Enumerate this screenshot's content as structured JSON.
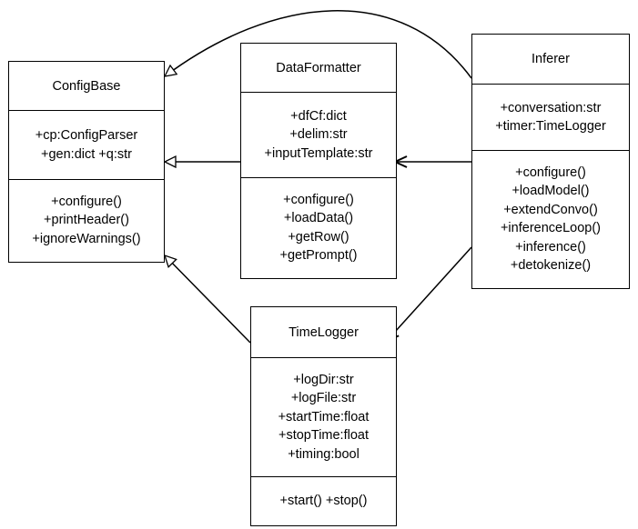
{
  "classes": {
    "config_base": {
      "name": "ConfigBase",
      "attributes": [
        "+cp:ConfigParser",
        "+gen:dict +q:str"
      ],
      "methods": [
        "+configure()",
        "+printHeader()",
        "+ignoreWarnings()"
      ]
    },
    "data_formatter": {
      "name": "DataFormatter",
      "attributes": [
        "+dfCf:dict",
        "+delim:str",
        "+inputTemplate:str"
      ],
      "methods": [
        "+configure()",
        "+loadData()",
        "+getRow()",
        "+getPrompt()"
      ]
    },
    "inferer": {
      "name": "Inferer",
      "attributes": [
        "+conversation:str",
        "+timer:TimeLogger"
      ],
      "methods": [
        "+configure()",
        "+loadModel()",
        "+extendConvo()",
        "+inferenceLoop()",
        "+inference()",
        "+detokenize()"
      ]
    },
    "time_logger": {
      "name": "TimeLogger",
      "attributes": [
        "+logDir:str",
        "+logFile:str",
        "+startTime:float",
        "+stopTime:float",
        "+timing:bool"
      ],
      "methods": [
        "+start() +stop()"
      ]
    }
  },
  "relationships": [
    {
      "from": "Inferer",
      "to": "ConfigBase",
      "kind": "inheritance"
    },
    {
      "from": "DataFormatter",
      "to": "ConfigBase",
      "kind": "inheritance"
    },
    {
      "from": "TimeLogger",
      "to": "ConfigBase",
      "kind": "inheritance"
    },
    {
      "from": "Inferer",
      "to": "DataFormatter",
      "kind": "association"
    },
    {
      "from": "Inferer",
      "to": "TimeLogger",
      "kind": "association"
    }
  ],
  "colors": {
    "line": "#000000",
    "fill": "#ffffff",
    "text": "#000000"
  }
}
